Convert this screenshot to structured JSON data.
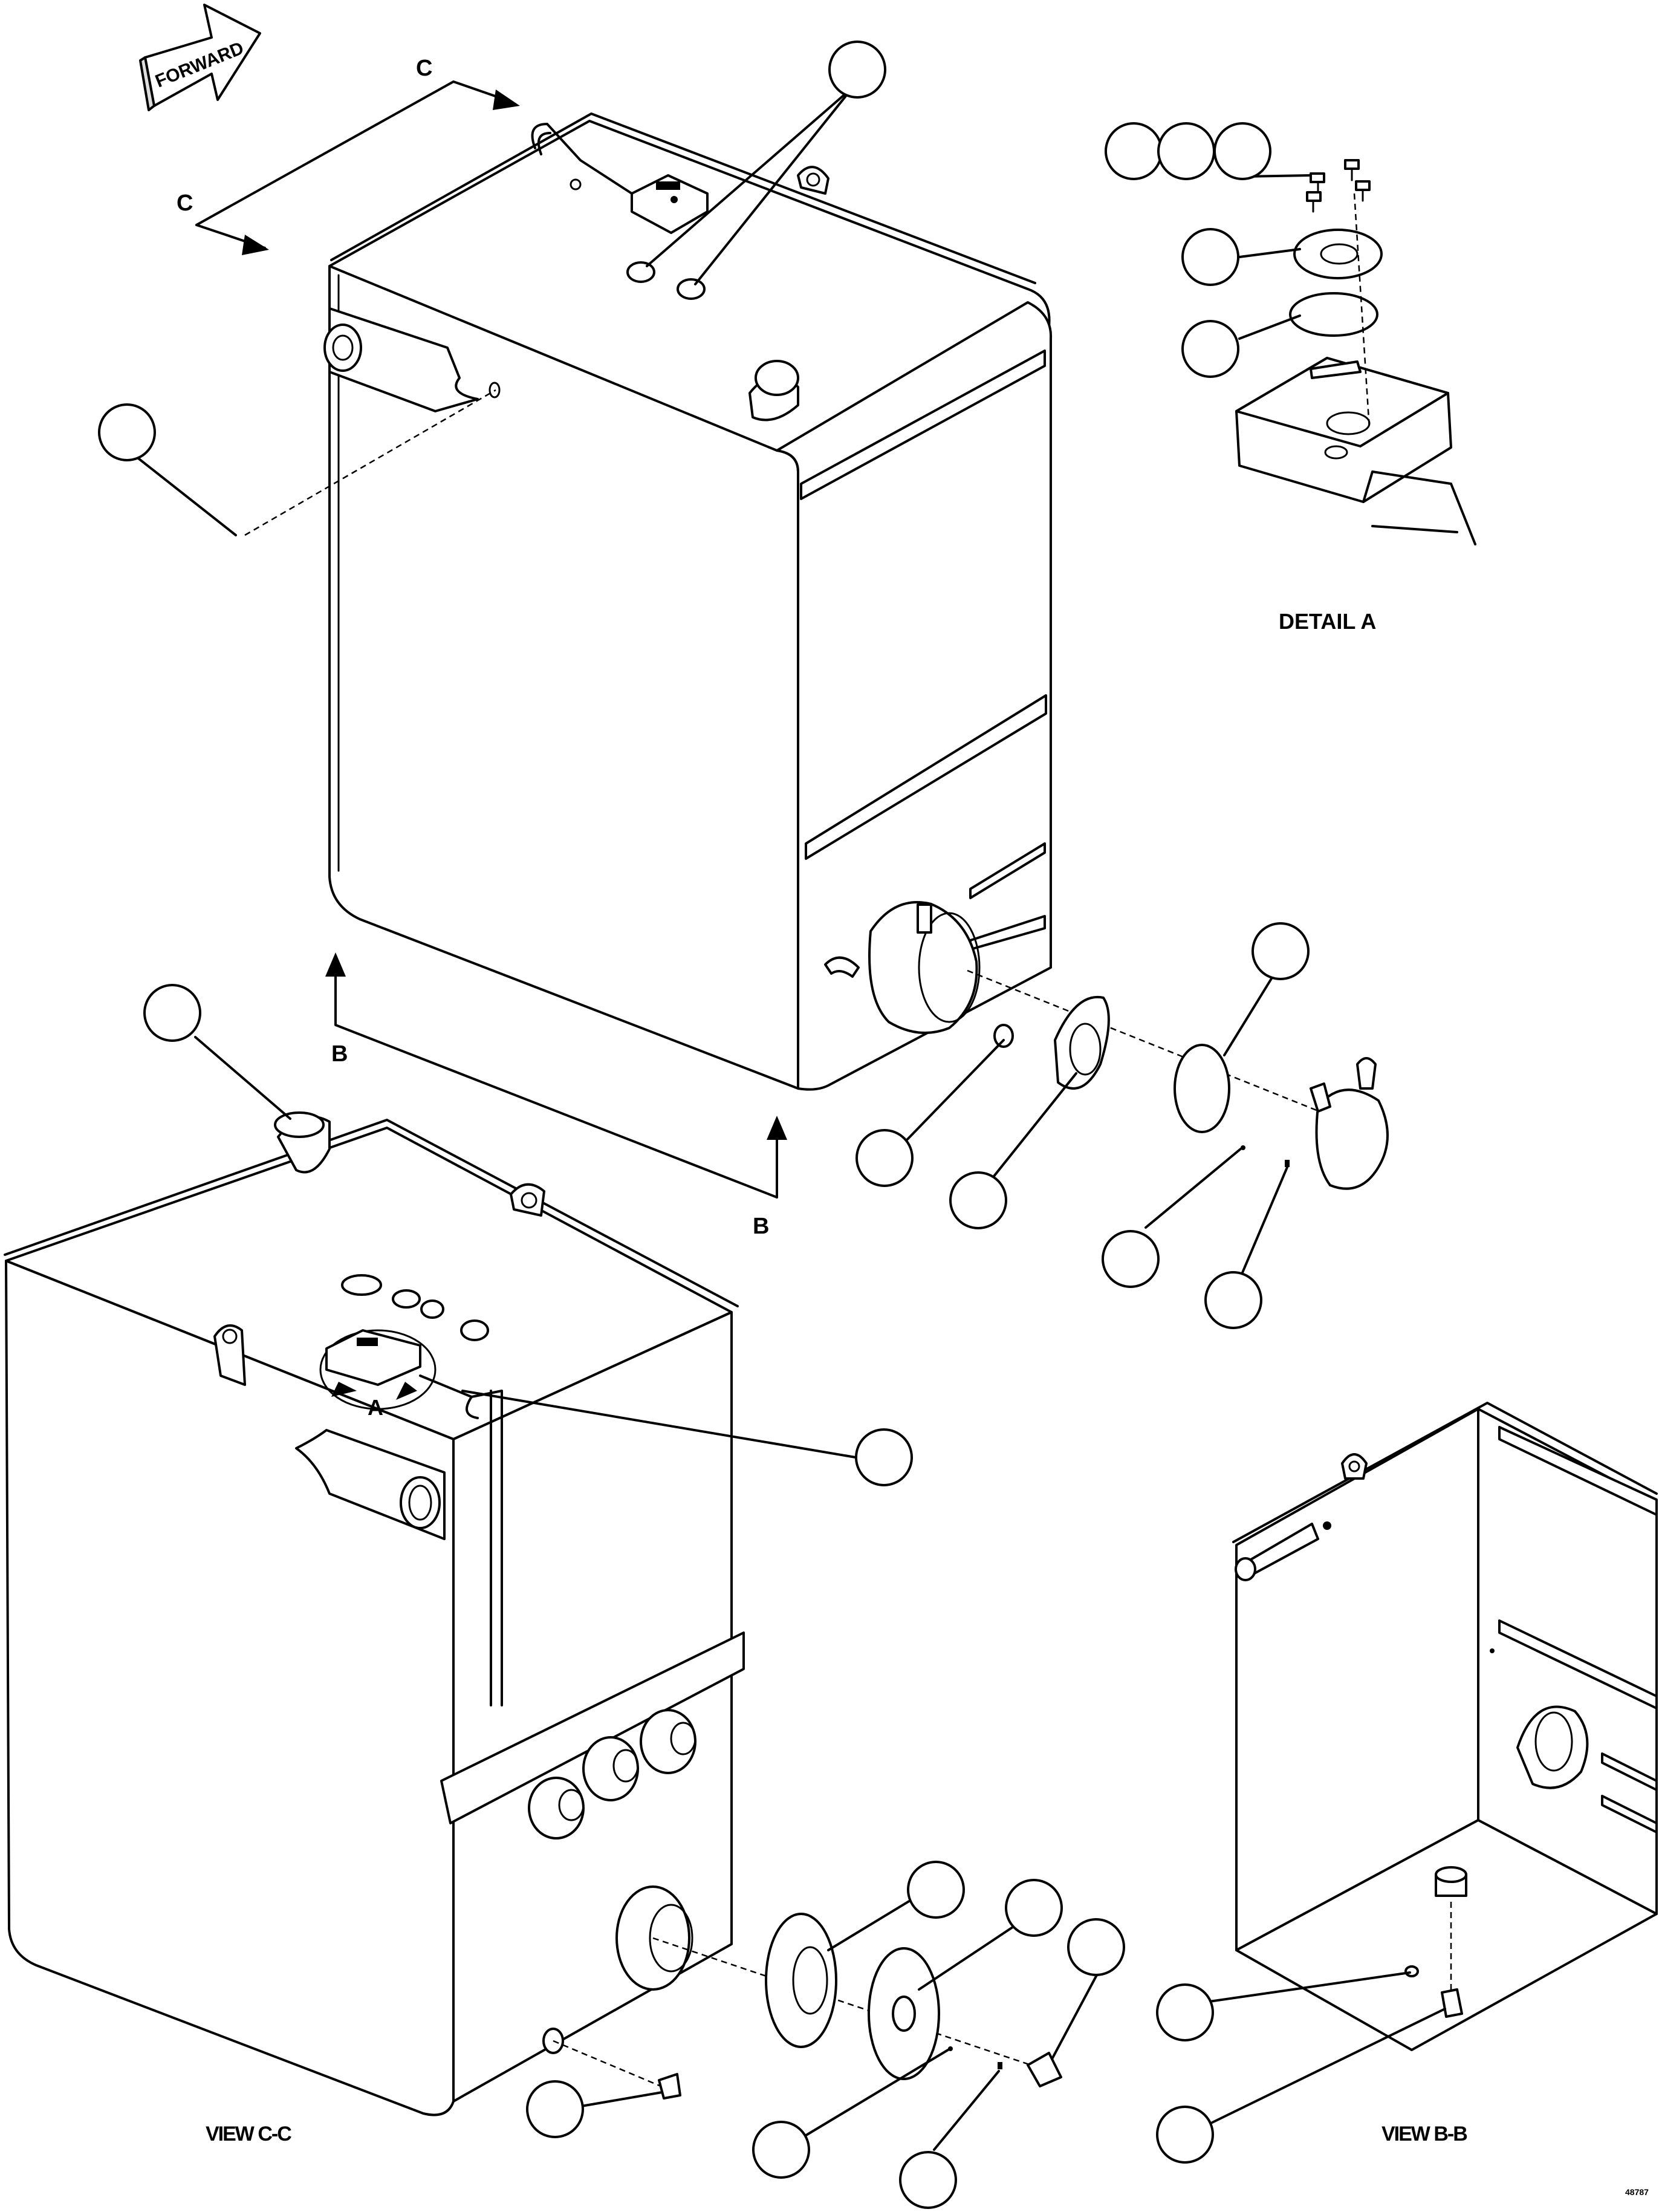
{
  "labels": {
    "forward": "FORWARD",
    "section_c_top": "C",
    "section_c_left": "C",
    "section_b_left": "B",
    "section_b_right": "B",
    "detail_callout": "A",
    "detail_title": "DETAIL A",
    "view_cc": "VIEW C-C",
    "view_bb": "VIEW B-B",
    "figure_number": "48787"
  },
  "item_bubbles": [
    {
      "id": "bubble-1",
      "text": ""
    },
    {
      "id": "bubble-2",
      "text": ""
    },
    {
      "id": "bubble-3",
      "text": ""
    },
    {
      "id": "bubble-4",
      "text": ""
    },
    {
      "id": "bubble-5",
      "text": ""
    },
    {
      "id": "bubble-6",
      "text": ""
    },
    {
      "id": "bubble-7",
      "text": ""
    },
    {
      "id": "bubble-8",
      "text": ""
    },
    {
      "id": "bubble-9",
      "text": ""
    },
    {
      "id": "bubble-10",
      "text": ""
    },
    {
      "id": "bubble-11",
      "text": ""
    },
    {
      "id": "bubble-12",
      "text": ""
    },
    {
      "id": "bubble-13",
      "text": ""
    },
    {
      "id": "bubble-14",
      "text": ""
    },
    {
      "id": "bubble-15",
      "text": ""
    },
    {
      "id": "bubble-16",
      "text": ""
    },
    {
      "id": "bubble-17",
      "text": ""
    },
    {
      "id": "bubble-18",
      "text": ""
    },
    {
      "id": "bubble-19",
      "text": ""
    },
    {
      "id": "bubble-20",
      "text": ""
    },
    {
      "id": "bubble-21",
      "text": ""
    },
    {
      "id": "bubble-22",
      "text": ""
    },
    {
      "id": "bubble-23",
      "text": ""
    },
    {
      "id": "bubble-24",
      "text": ""
    }
  ]
}
